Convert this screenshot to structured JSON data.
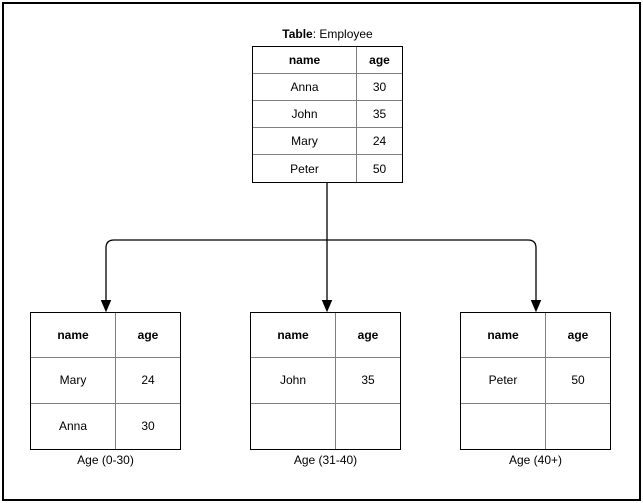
{
  "diagram": {
    "background_color": "#ffffff",
    "line_color": "#000000",
    "grid_line_color": "#808080",
    "source_table": {
      "title_bold": "Table",
      "title_rest": ": Employee",
      "columns": [
        "name",
        "age"
      ],
      "rows": [
        [
          "Anna",
          "30"
        ],
        [
          "John",
          "35"
        ],
        [
          "Mary",
          "24"
        ],
        [
          "Peter",
          "50"
        ]
      ]
    },
    "partitions": [
      {
        "caption": "Age (0-30)",
        "columns": [
          "name",
          "age"
        ],
        "rows": [
          [
            "Mary",
            "24"
          ],
          [
            "Anna",
            "30"
          ]
        ]
      },
      {
        "caption": "Age (31-40)",
        "columns": [
          "name",
          "age"
        ],
        "rows": [
          [
            "John",
            "35"
          ],
          [
            "",
            ""
          ]
        ]
      },
      {
        "caption": "Age (40+)",
        "columns": [
          "name",
          "age"
        ],
        "rows": [
          [
            "Peter",
            "50"
          ],
          [
            "",
            ""
          ]
        ]
      }
    ]
  }
}
